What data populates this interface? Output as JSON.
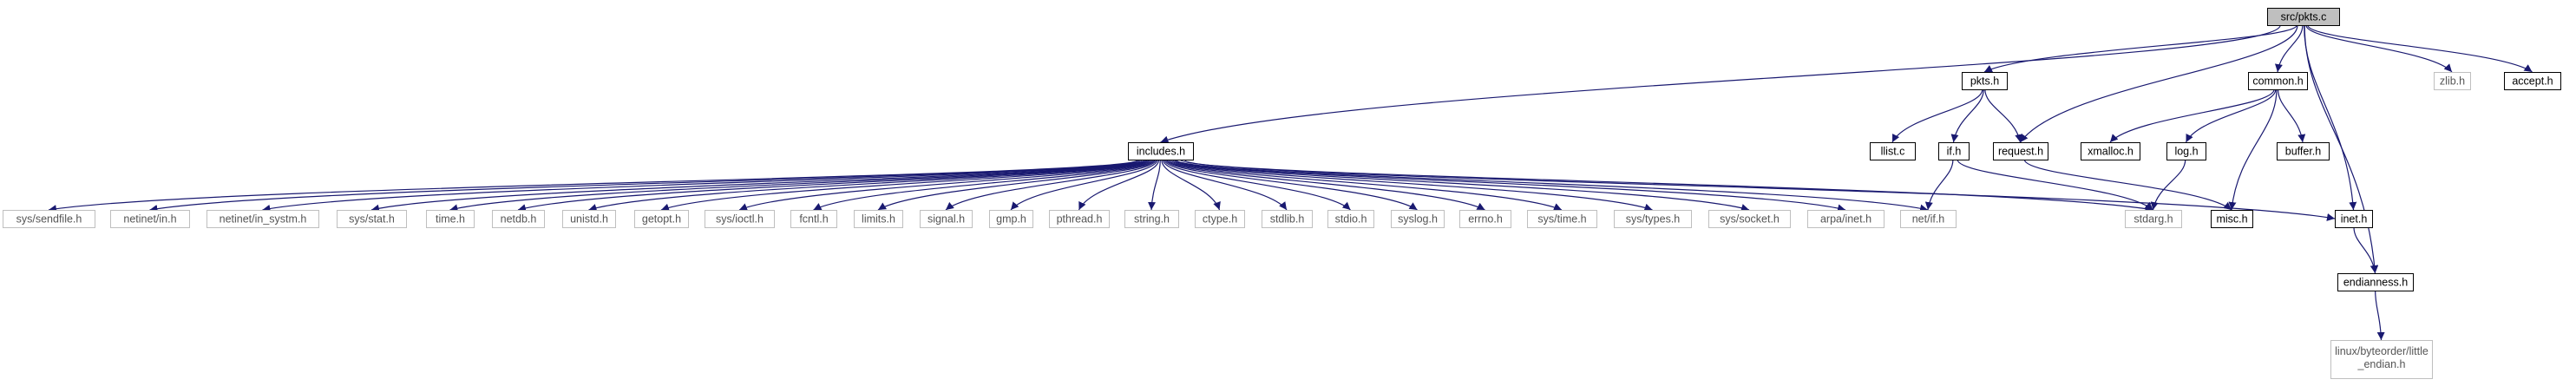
{
  "graph": {
    "root": "src/pkts.c",
    "colors": {
      "edge": "#191970",
      "root_fill": "#bfbfbf",
      "node_border": "#000000",
      "system_border": "#bfbfbf"
    },
    "nodes": [
      {
        "id": "pkts_c",
        "label": "src/pkts.c",
        "kind": "root"
      },
      {
        "id": "includes_h",
        "label": "includes.h",
        "kind": "local"
      },
      {
        "id": "pkts_h",
        "label": "pkts.h",
        "kind": "local"
      },
      {
        "id": "common_h",
        "label": "common.h",
        "kind": "local"
      },
      {
        "id": "request_h",
        "label": "request.h",
        "kind": "local"
      },
      {
        "id": "inet_h",
        "label": "inet.h",
        "kind": "local"
      },
      {
        "id": "endianness_h",
        "label": "endianness.h",
        "kind": "local"
      },
      {
        "id": "zlib_h",
        "label": "zlib.h",
        "kind": "system"
      },
      {
        "id": "accept_h",
        "label": "accept.h",
        "kind": "local"
      },
      {
        "id": "llist_c",
        "label": "llist.c",
        "kind": "local"
      },
      {
        "id": "if_h",
        "label": "if.h",
        "kind": "local"
      },
      {
        "id": "xmalloc_h",
        "label": "xmalloc.h",
        "kind": "local"
      },
      {
        "id": "log_h",
        "label": "log.h",
        "kind": "local"
      },
      {
        "id": "buffer_h",
        "label": "buffer.h",
        "kind": "local"
      },
      {
        "id": "misc_h",
        "label": "misc.h",
        "kind": "local"
      },
      {
        "id": "sys_sendfile_h",
        "label": "sys/sendfile.h",
        "kind": "system"
      },
      {
        "id": "netinet_in_h",
        "label": "netinet/in.h",
        "kind": "system"
      },
      {
        "id": "netinet_in_systm_h",
        "label": "netinet/in_systm.h",
        "kind": "system"
      },
      {
        "id": "sys_stat_h",
        "label": "sys/stat.h",
        "kind": "system"
      },
      {
        "id": "time_h",
        "label": "time.h",
        "kind": "system"
      },
      {
        "id": "netdb_h",
        "label": "netdb.h",
        "kind": "system"
      },
      {
        "id": "unistd_h",
        "label": "unistd.h",
        "kind": "system"
      },
      {
        "id": "getopt_h",
        "label": "getopt.h",
        "kind": "system"
      },
      {
        "id": "sys_ioctl_h",
        "label": "sys/ioctl.h",
        "kind": "system"
      },
      {
        "id": "fcntl_h",
        "label": "fcntl.h",
        "kind": "system"
      },
      {
        "id": "limits_h",
        "label": "limits.h",
        "kind": "system"
      },
      {
        "id": "signal_h",
        "label": "signal.h",
        "kind": "system"
      },
      {
        "id": "gmp_h",
        "label": "gmp.h",
        "kind": "system"
      },
      {
        "id": "pthread_h",
        "label": "pthread.h",
        "kind": "system"
      },
      {
        "id": "string_h",
        "label": "string.h",
        "kind": "system"
      },
      {
        "id": "ctype_h",
        "label": "ctype.h",
        "kind": "system"
      },
      {
        "id": "stdlib_h",
        "label": "stdlib.h",
        "kind": "system"
      },
      {
        "id": "stdio_h",
        "label": "stdio.h",
        "kind": "system"
      },
      {
        "id": "syslog_h",
        "label": "syslog.h",
        "kind": "system"
      },
      {
        "id": "errno_h",
        "label": "errno.h",
        "kind": "system"
      },
      {
        "id": "sys_time_h",
        "label": "sys/time.h",
        "kind": "system"
      },
      {
        "id": "sys_types_h",
        "label": "sys/types.h",
        "kind": "system"
      },
      {
        "id": "sys_socket_h",
        "label": "sys/socket.h",
        "kind": "system"
      },
      {
        "id": "arpa_inet_h",
        "label": "arpa/inet.h",
        "kind": "system"
      },
      {
        "id": "net_if_h",
        "label": "net/if.h",
        "kind": "system"
      },
      {
        "id": "stdarg_h",
        "label": "stdarg.h",
        "kind": "system"
      },
      {
        "id": "linux_byteorder_h",
        "label": "linux/byteorder/little\n_endian.h",
        "kind": "system"
      }
    ],
    "edges": [
      [
        "pkts_c",
        "includes_h"
      ],
      [
        "pkts_c",
        "pkts_h"
      ],
      [
        "pkts_c",
        "request_h"
      ],
      [
        "pkts_c",
        "common_h"
      ],
      [
        "pkts_c",
        "inet_h"
      ],
      [
        "pkts_c",
        "endianness_h"
      ],
      [
        "pkts_c",
        "zlib_h"
      ],
      [
        "pkts_c",
        "accept_h"
      ],
      [
        "pkts_h",
        "llist_c"
      ],
      [
        "pkts_h",
        "if_h"
      ],
      [
        "pkts_h",
        "request_h"
      ],
      [
        "common_h",
        "xmalloc_h"
      ],
      [
        "common_h",
        "log_h"
      ],
      [
        "common_h",
        "misc_h"
      ],
      [
        "common_h",
        "buffer_h"
      ],
      [
        "if_h",
        "net_if_h"
      ],
      [
        "if_h",
        "stdarg_h"
      ],
      [
        "request_h",
        "misc_h"
      ],
      [
        "log_h",
        "stdarg_h"
      ],
      [
        "inet_h",
        "endianness_h"
      ],
      [
        "endianness_h",
        "linux_byteorder_h"
      ],
      [
        "includes_h",
        "sys_sendfile_h"
      ],
      [
        "includes_h",
        "netinet_in_h"
      ],
      [
        "includes_h",
        "netinet_in_systm_h"
      ],
      [
        "includes_h",
        "sys_stat_h"
      ],
      [
        "includes_h",
        "time_h"
      ],
      [
        "includes_h",
        "netdb_h"
      ],
      [
        "includes_h",
        "unistd_h"
      ],
      [
        "includes_h",
        "getopt_h"
      ],
      [
        "includes_h",
        "sys_ioctl_h"
      ],
      [
        "includes_h",
        "fcntl_h"
      ],
      [
        "includes_h",
        "limits_h"
      ],
      [
        "includes_h",
        "signal_h"
      ],
      [
        "includes_h",
        "gmp_h"
      ],
      [
        "includes_h",
        "pthread_h"
      ],
      [
        "includes_h",
        "string_h"
      ],
      [
        "includes_h",
        "ctype_h"
      ],
      [
        "includes_h",
        "stdlib_h"
      ],
      [
        "includes_h",
        "stdio_h"
      ],
      [
        "includes_h",
        "syslog_h"
      ],
      [
        "includes_h",
        "errno_h"
      ],
      [
        "includes_h",
        "sys_time_h"
      ],
      [
        "includes_h",
        "sys_types_h"
      ],
      [
        "includes_h",
        "sys_socket_h"
      ],
      [
        "includes_h",
        "arpa_inet_h"
      ],
      [
        "includes_h",
        "net_if_h"
      ],
      [
        "includes_h",
        "stdarg_h"
      ],
      [
        "includes_h",
        "inet_h"
      ]
    ]
  }
}
